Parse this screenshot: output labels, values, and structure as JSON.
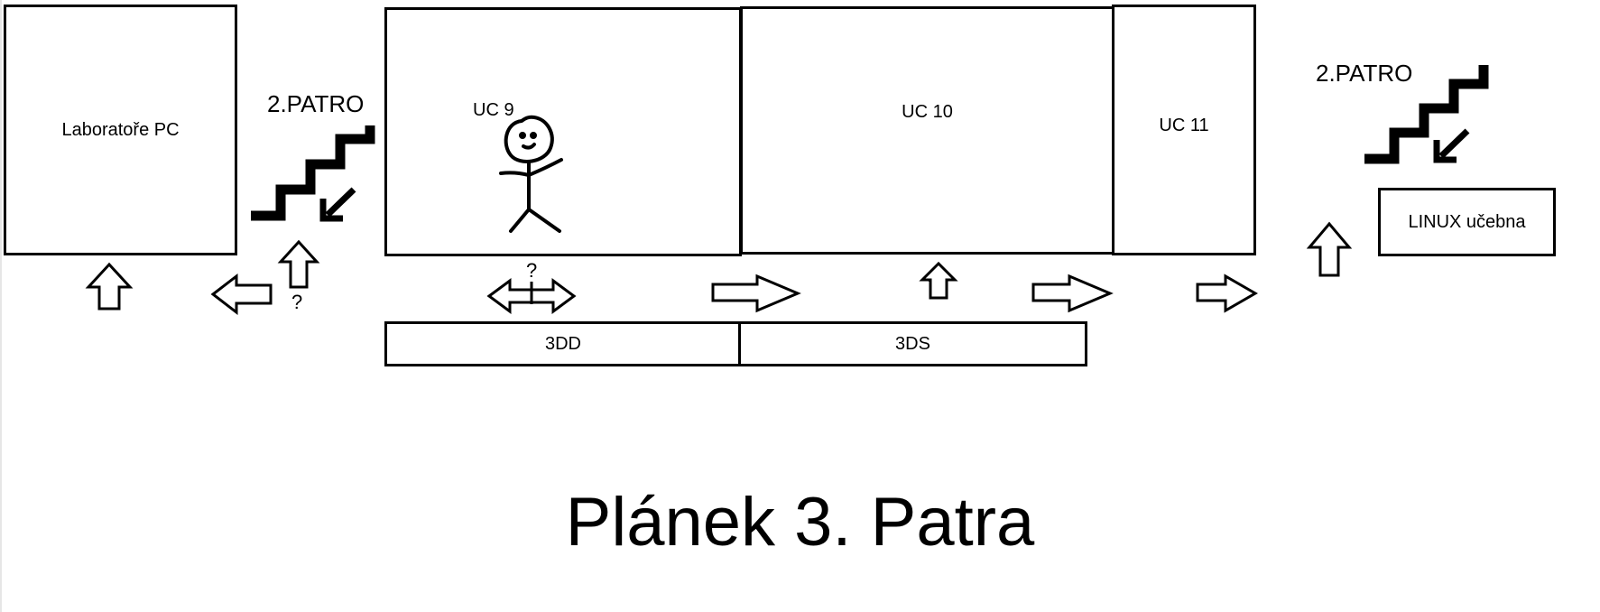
{
  "title": "Plánek 3. Patra",
  "rooms": {
    "labs": "Laboratoře PC",
    "uc9": "UC 9",
    "uc10": "UC 10",
    "uc11": "UC 11",
    "linux": "LINUX učebna",
    "dd": "3DD",
    "ds": "3DS"
  },
  "stairs": {
    "left_label": "2.PATRO",
    "right_label": "2.PATRO"
  },
  "marks": {
    "q_left": "?",
    "q_center": "?",
    "q_uc10": "?"
  }
}
